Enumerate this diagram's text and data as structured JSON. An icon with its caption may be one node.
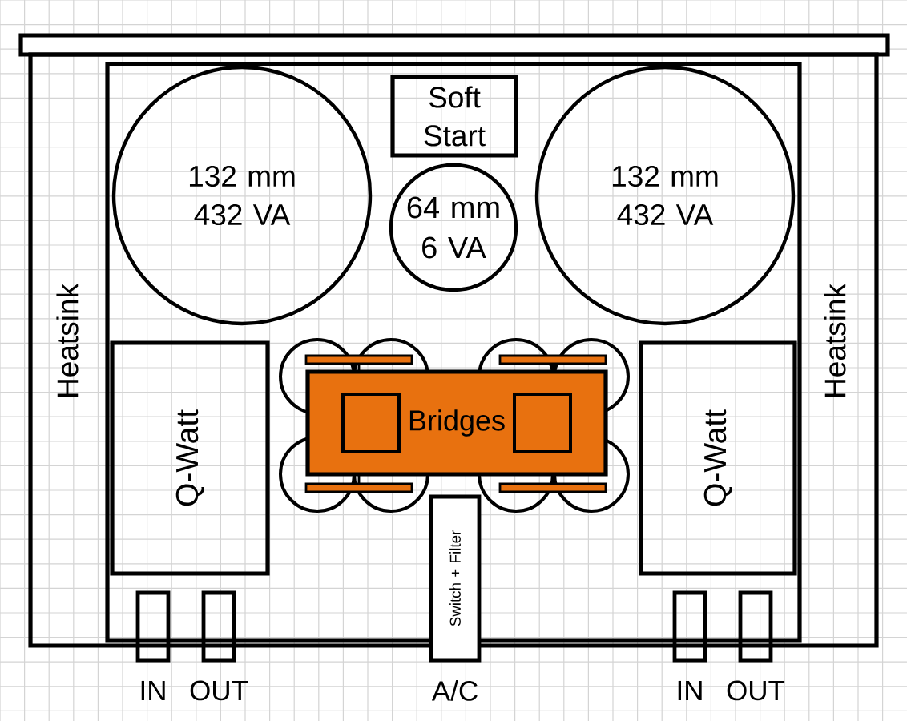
{
  "diagram": {
    "nodes": [
      {
        "text": [],
        "shape": "box"
      },
      {
        "text": [
          "Heatsink",
          "Heatsink"
        ]
      },
      {
        "text": [],
        "shape": "box",
        "in": 1
      },
      {
        "text": [
          "132 mm 432 VA"
        ],
        "in": 2
      },
      {
        "text": [
          "Soft Start"
        ],
        "in": 2
      },
      {
        "text": [
          "132 mm 432 VA"
        ],
        "in": 2
      },
      {
        "text": [
          "64 mm 6 VA"
        ],
        "in": 2
      },
      {
        "text": [
          "Q-Watt"
        ],
        "in": 2
      },
      {
        "text": [
          "Bridges"
        ],
        "in": 2
      },
      {
        "text": [
          "Q-Watt"
        ],
        "in": 2
      },
      {
        "text": [
          "Switch + Filter"
        ],
        "beside": [
          "A/C"
        ]
      },
      {
        "text": [],
        "shape": "box",
        "beside": [
          "IN"
        ]
      },
      {
        "text": [],
        "shape": "box",
        "beside": [
          "OUT"
        ]
      },
      {
        "text": [],
        "shape": "box",
        "beside": [
          "IN"
        ]
      },
      {
        "text": [],
        "shape": "box",
        "beside": [
          "OUT"
        ]
      }
    ]
  }
}
